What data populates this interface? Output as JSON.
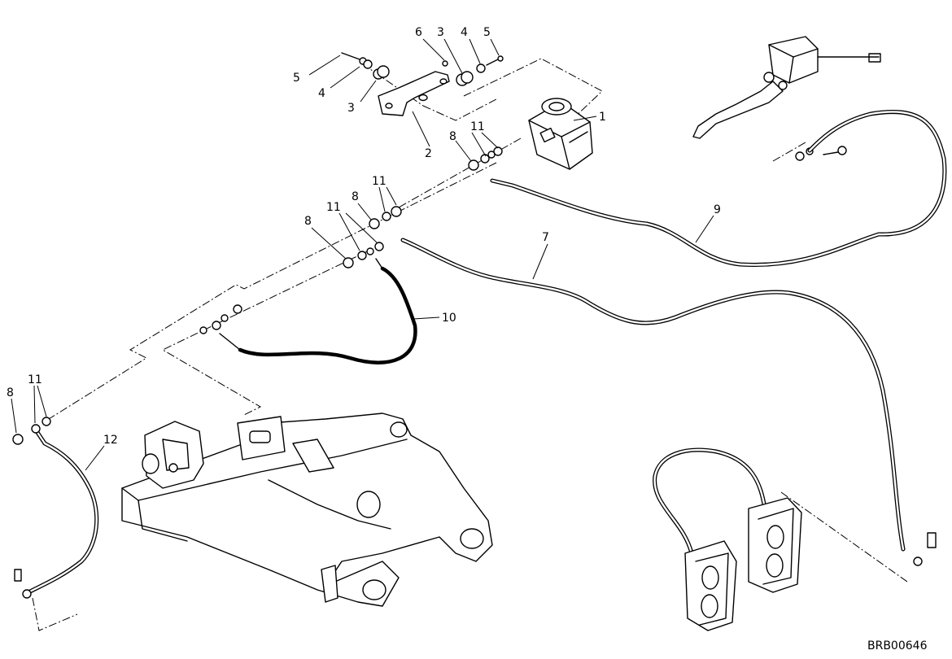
{
  "diagram": {
    "drawing_code": "BRB00646",
    "callouts": [
      {
        "id": "c1",
        "label": "1"
      },
      {
        "id": "c2",
        "label": "2"
      },
      {
        "id": "c3a",
        "label": "3"
      },
      {
        "id": "c3b",
        "label": "3"
      },
      {
        "id": "c4a",
        "label": "4"
      },
      {
        "id": "c4b",
        "label": "4"
      },
      {
        "id": "c5a",
        "label": "5"
      },
      {
        "id": "c5b",
        "label": "5"
      },
      {
        "id": "c6",
        "label": "6"
      },
      {
        "id": "c7",
        "label": "7"
      },
      {
        "id": "c8a",
        "label": "8"
      },
      {
        "id": "c8b",
        "label": "8"
      },
      {
        "id": "c8c",
        "label": "8"
      },
      {
        "id": "c8d",
        "label": "8"
      },
      {
        "id": "c9",
        "label": "9"
      },
      {
        "id": "c10",
        "label": "10"
      },
      {
        "id": "c11a",
        "label": "11"
      },
      {
        "id": "c11b",
        "label": "11"
      },
      {
        "id": "c11c",
        "label": "11"
      },
      {
        "id": "c11d",
        "label": "11"
      },
      {
        "id": "c12",
        "label": "12"
      }
    ]
  }
}
